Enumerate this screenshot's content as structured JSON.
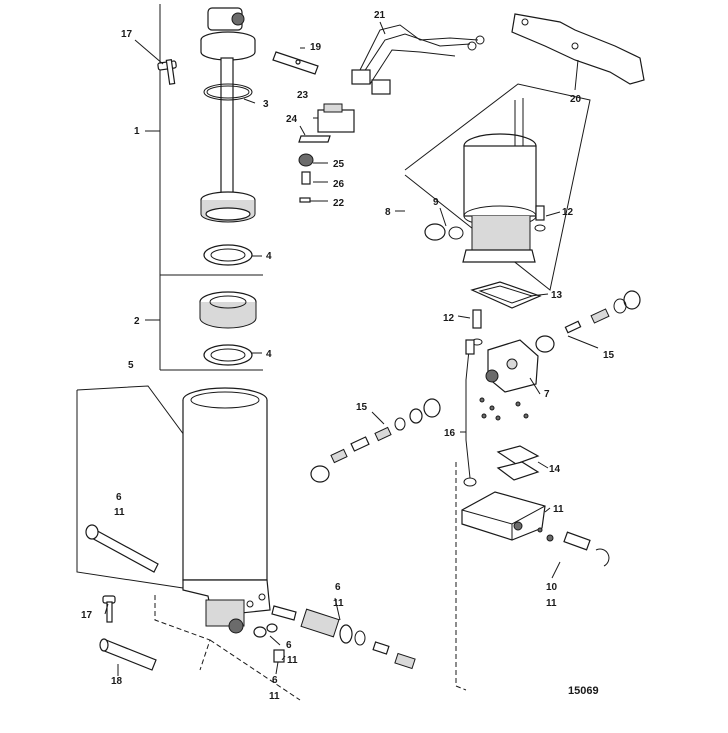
{
  "diagram_number": "15069",
  "callouts": {
    "c1": "1",
    "c2": "2",
    "c3": "3",
    "c4a": "4",
    "c4b": "4",
    "c5": "5",
    "c6a": "6",
    "c6b": "6",
    "c6c": "6",
    "c6d": "6",
    "c7": "7",
    "c8": "8",
    "c9": "9",
    "c10": "10",
    "c11a": "11",
    "c11b": "11",
    "c11c": "11",
    "c11d": "11",
    "c11e": "11",
    "c11f": "11",
    "c12a": "12",
    "c12b": "12",
    "c13": "13",
    "c14": "14",
    "c15a": "15",
    "c15b": "15",
    "c16": "16",
    "c17a": "17",
    "c17b": "17",
    "c18": "18",
    "c19": "19",
    "c20": "20",
    "c21": "21",
    "c22": "22",
    "c23": "23",
    "c24": "24",
    "c25": "25",
    "c26": "26"
  }
}
